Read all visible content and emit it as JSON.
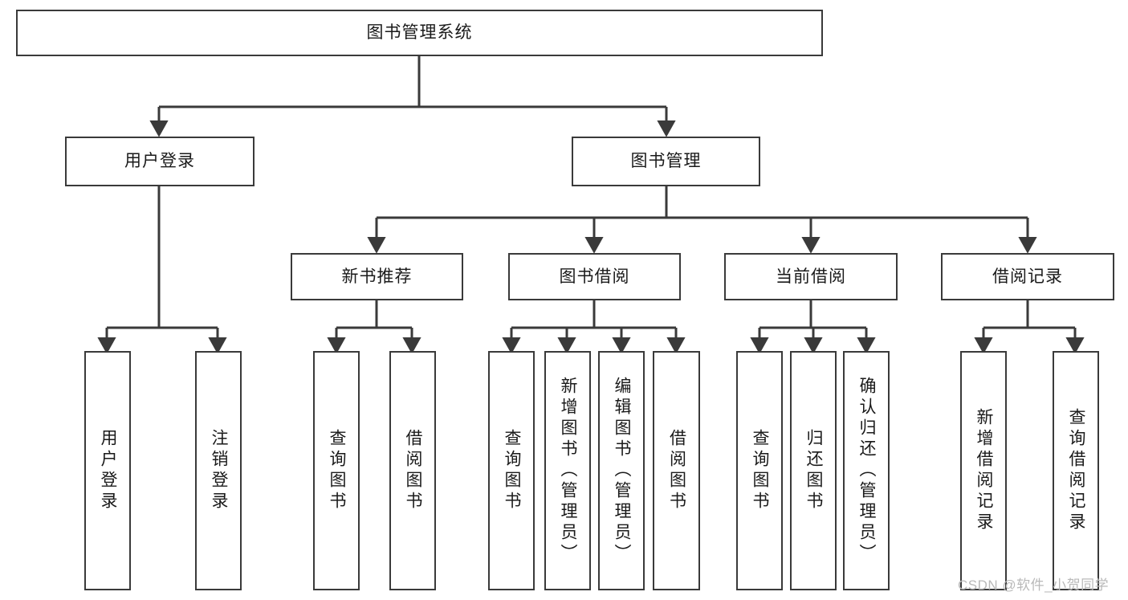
{
  "diagram": {
    "type": "tree-hierarchy-chart",
    "title_node": {
      "label": "图书管理系统"
    },
    "level2": [
      {
        "label": "用户登录"
      },
      {
        "label": "图书管理"
      }
    ],
    "level3": [
      {
        "label": "新书推荐"
      },
      {
        "label": "图书借阅"
      },
      {
        "label": "当前借阅"
      },
      {
        "label": "借阅记录"
      }
    ],
    "leaves": {
      "user_login": [
        {
          "label": "用户登录"
        },
        {
          "label": "注销登录"
        }
      ],
      "new_book_recommend": [
        {
          "label": "查询图书"
        },
        {
          "label": "借阅图书"
        }
      ],
      "book_borrow": [
        {
          "label": "查询图书"
        },
        {
          "label": "新增图书（管理员）"
        },
        {
          "label": "编辑图书（管理员）"
        },
        {
          "label": "借阅图书"
        }
      ],
      "current_borrow": [
        {
          "label": "查询图书"
        },
        {
          "label": "归还图书"
        },
        {
          "label": "确认归还（管理员）"
        }
      ],
      "borrow_records": [
        {
          "label": "新增借阅记录"
        },
        {
          "label": "查询借阅记录"
        }
      ]
    },
    "watermark": "CSDN @软件_小贺同学",
    "colors": {
      "border": "#3a3a3a",
      "text": "#1a1a1a",
      "background": "#ffffff",
      "watermark": "#b9b9b9"
    }
  }
}
